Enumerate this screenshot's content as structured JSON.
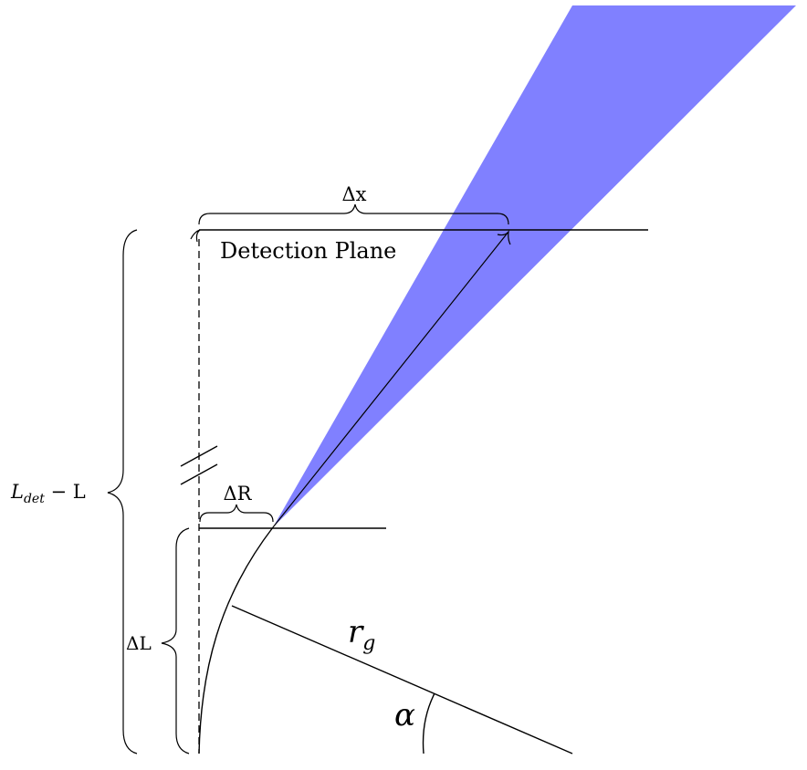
{
  "colors": {
    "beam": "#8080ff",
    "ink": "#000000",
    "background": "#ffffff"
  },
  "labels": {
    "delta_x": "Δx",
    "detection_plane": "Detection Plane",
    "l_det_minus_l": {
      "main": "L",
      "sub": "det",
      "rest": " − L"
    },
    "delta_r": "ΔR",
    "delta_l": "ΔL",
    "r_g": {
      "main": "r",
      "sub": "g"
    },
    "alpha": "α"
  }
}
